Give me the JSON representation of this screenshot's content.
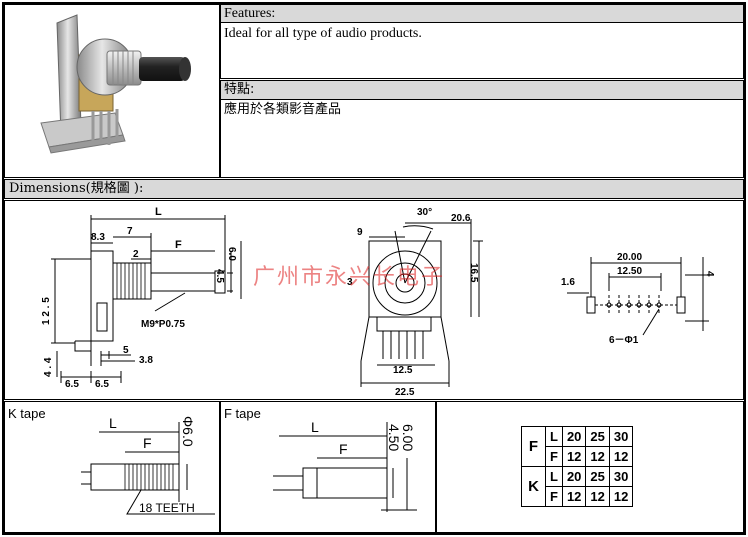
{
  "features": {
    "heading": "Features:",
    "text": "Ideal for all type of audio products."
  },
  "features_cn": {
    "heading": "特點:",
    "text": "應用於各類影音產品"
  },
  "dimensions": {
    "heading": "Dimensions(規格圖 ):",
    "watermark": "广州市永兴长电子",
    "side_view": {
      "L": "L",
      "d_8_3": "8.3",
      "d_7": "7",
      "d_2": "2",
      "F": "F",
      "d_4_5": "4.5",
      "d_6_0": "6.0",
      "d_12_5": "1 2 . 5",
      "thread": "M9*P0.75",
      "d_5": "5",
      "d_3_8": "3.8",
      "d_4_4": "4 . 4",
      "d_6_5a": "6.5",
      "d_6_5b": "6.5"
    },
    "front_view": {
      "angle": "30°",
      "d_20_6": "20.6",
      "d_9": "9",
      "d_3": "3",
      "d_16_5": "16.5",
      "d_12_5": "12.5",
      "d_22_5": "22.5"
    },
    "pcb_view": {
      "d_20_00": "20.00",
      "d_12_50": "12.50",
      "d_1_6": "1.6",
      "d_4": "4",
      "holes": "6－Φ1"
    }
  },
  "k_tape": {
    "label": "K tape",
    "L": "L",
    "F": "F",
    "dia": "Φ6.0",
    "teeth": "18 TEETH"
  },
  "f_tape": {
    "label": "F tape",
    "L": "L",
    "F": "F",
    "d_4_50": "4.50",
    "d_6_00": "6.00"
  },
  "spec_table": {
    "groups": [
      {
        "name": "F",
        "rows": [
          [
            "L",
            "20",
            "25",
            "30"
          ],
          [
            "F",
            "12",
            "12",
            "12"
          ]
        ]
      },
      {
        "name": "K",
        "rows": [
          [
            "L",
            "20",
            "25",
            "30"
          ],
          [
            "F",
            "12",
            "12",
            "12"
          ]
        ]
      }
    ]
  }
}
